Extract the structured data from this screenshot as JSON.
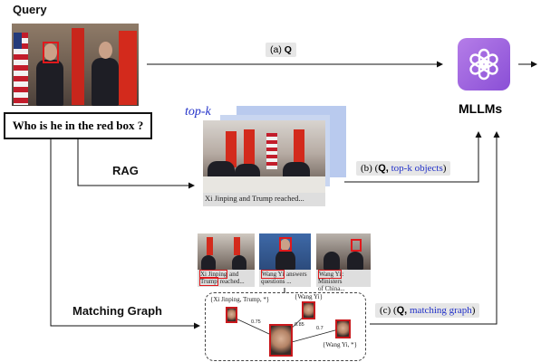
{
  "query": {
    "label": "Query",
    "question": "Who is he in the red box ?"
  },
  "paths": {
    "a": {
      "prefix": "(a)",
      "bold": "Q"
    },
    "rag": {
      "label": "RAG"
    },
    "b": {
      "prefix": "(b) (",
      "bold": "Q,",
      "blue": "top-k objects",
      "suffix": ")"
    },
    "matching_graph": {
      "label": "Matching Graph"
    },
    "c": {
      "prefix": "(c) (",
      "bold": "Q,",
      "blue": "matching graph",
      "suffix": ")"
    }
  },
  "mllm": {
    "label": "MLLMs",
    "icon": "openai-logo-icon"
  },
  "retrieval": {
    "topk_label": "top-k",
    "caption": "Xi Jinping and Trump reached..."
  },
  "thumbnails": [
    {
      "line1_red": "Xi Jinping",
      "line1_rest": " and",
      "line2_red": "Trump",
      "line2_rest": " reached..."
    },
    {
      "line1_red": "Wang Yi",
      "line1_rest": " answers",
      "line2_red": "",
      "line2_rest": "questions ..."
    },
    {
      "line1_red": "Wang Yi",
      "line1_rest": ": Ministers",
      "line2_red": "",
      "line2_rest": "of China..."
    }
  ],
  "graph": {
    "node_left_label": "{Xi Jinping, Trump, *}",
    "node_top_label": "{Wang Yi}",
    "node_right_label": "{Wang Yi, *}",
    "weights": [
      "0.75",
      "0.85",
      "0.7"
    ]
  },
  "colors": {
    "accent_blue": "#2130c8",
    "red_box": "#e0191c",
    "mllm_purple": "#a366e0"
  }
}
